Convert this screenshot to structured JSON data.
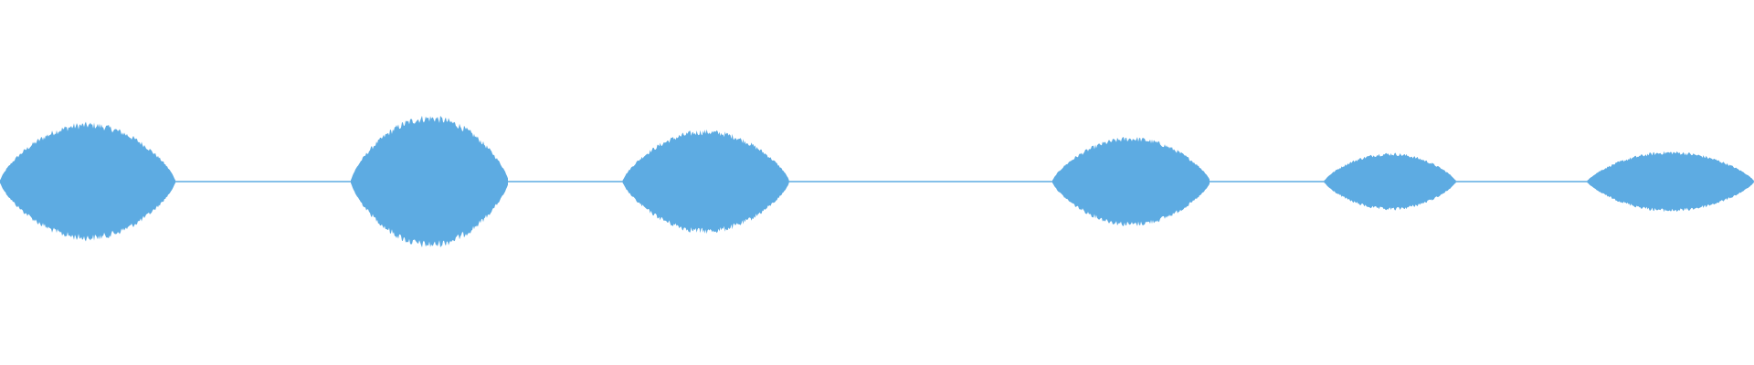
{
  "waveform": {
    "color": "#5dabe2",
    "background": "#ffffff",
    "duration_fraction_segments": [
      {
        "start": 0.0,
        "end": 0.1,
        "amplitude": 0.82
      },
      {
        "start": 0.2,
        "end": 0.29,
        "amplitude": 0.92
      },
      {
        "start": 0.355,
        "end": 0.45,
        "amplitude": 0.72
      },
      {
        "start": 0.6,
        "end": 0.69,
        "amplitude": 0.62
      },
      {
        "start": 0.755,
        "end": 0.83,
        "amplitude": 0.4
      },
      {
        "start": 0.905,
        "end": 1.0,
        "amplitude": 0.42
      }
    ]
  }
}
